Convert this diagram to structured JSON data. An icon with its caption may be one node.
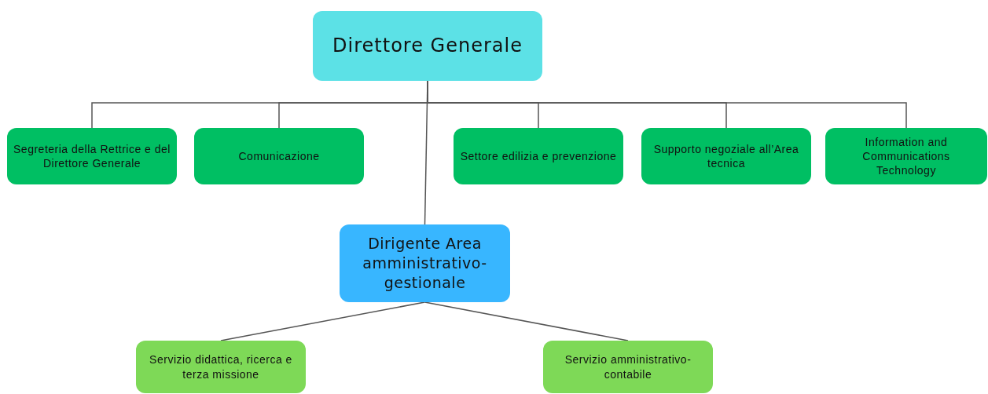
{
  "diagram": {
    "nodes": [
      {
        "text": [
          "Direttore Generale"
        ]
      },
      {
        "text": [
          "Segreteria della Rettrice e del Direttore Generale"
        ]
      },
      {
        "text": [
          "Comunicazione"
        ]
      },
      {
        "text": [
          "Settore edilizia e prevenzione"
        ]
      },
      {
        "text": [
          "Supporto negoziale all’Area tecnica"
        ]
      },
      {
        "text": [
          "Information and Communications Technology"
        ]
      },
      {
        "text": [
          "Dirigente Area amministrativo-gestionale"
        ]
      },
      {
        "text": [
          "Servizio didattica, ricerca e terza missione"
        ]
      },
      {
        "text": [
          "Servizio amministrativo-contabile"
        ]
      }
    ],
    "edges": [
      {
        "from": 0,
        "to": 1,
        "arrow": "none"
      },
      {
        "from": 0,
        "to": 2,
        "arrow": "none"
      },
      {
        "from": 0,
        "to": 3,
        "arrow": "none"
      },
      {
        "from": 0,
        "to": 4,
        "arrow": "none"
      },
      {
        "from": 0,
        "to": 5,
        "arrow": "none"
      },
      {
        "from": 0,
        "to": 6,
        "arrow": "none"
      },
      {
        "from": 6,
        "to": 7,
        "arrow": "none"
      },
      {
        "from": 6,
        "to": 8,
        "arrow": "none"
      }
    ]
  }
}
